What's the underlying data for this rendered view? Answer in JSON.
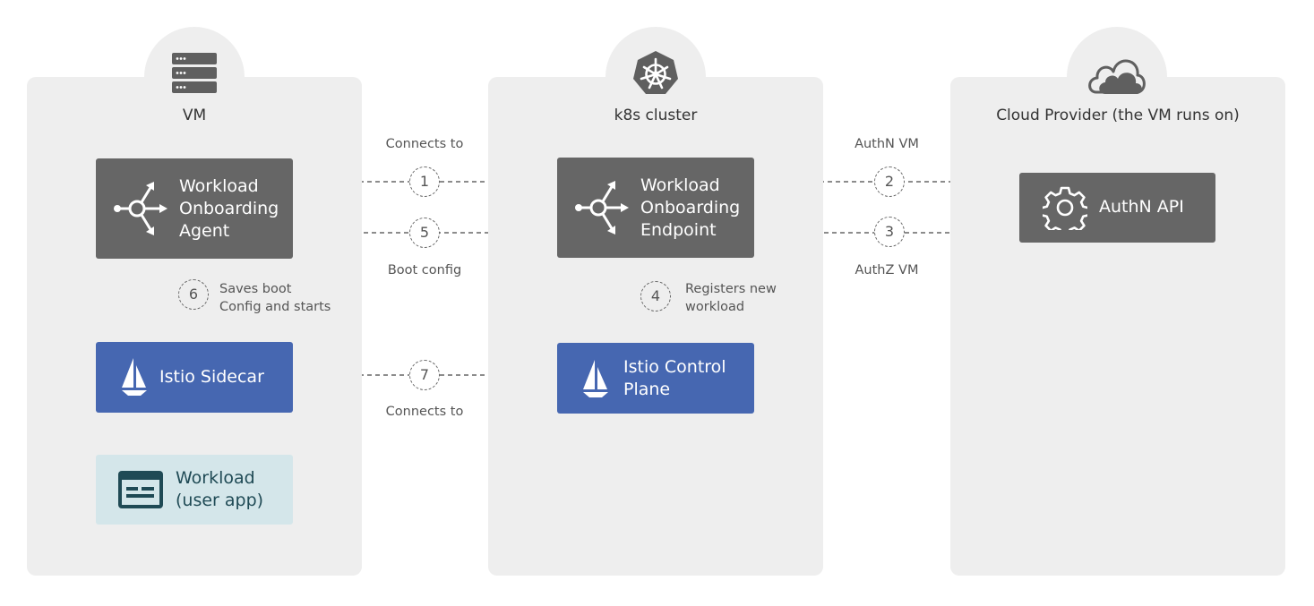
{
  "panels": {
    "vm": {
      "title": "VM",
      "icon": "server-icon"
    },
    "k8s": {
      "title": "k8s cluster",
      "icon": "kubernetes-helm-icon"
    },
    "cloud": {
      "title": "Cloud Provider (the VM runs on)",
      "icon": "cloud-icon"
    }
  },
  "boxes": {
    "agent": {
      "label": "Workload\nOnboarding\nAgent",
      "icon": "workload-onboarding-icon"
    },
    "sidecar": {
      "label": "Istio Sidecar",
      "icon": "istio-sail-icon"
    },
    "workload": {
      "label": "Workload\n(user app)",
      "icon": "app-window-icon"
    },
    "endpoint": {
      "label": "Workload\nOnboarding\nEndpoint",
      "icon": "workload-onboarding-icon"
    },
    "control_plane": {
      "label": "Istio Control\nPlane",
      "icon": "istio-sail-icon"
    },
    "authn_api": {
      "label": "AuthN API",
      "icon": "gear-icon"
    }
  },
  "steps": {
    "s1": {
      "number": "1",
      "label": "Connects to"
    },
    "s2": {
      "number": "2",
      "label": "AuthN VM"
    },
    "s3": {
      "number": "3",
      "label": "AuthZ VM"
    },
    "s4": {
      "number": "4",
      "label": "Registers new\nworkload"
    },
    "s5": {
      "number": "5",
      "label": "Boot config"
    },
    "s6": {
      "number": "6",
      "label": "Saves boot\nConfig and starts"
    },
    "s7": {
      "number": "7",
      "label": "Connects to"
    }
  },
  "colors": {
    "panel": "#eeeeee",
    "gray_box": "#666666",
    "blue_box": "#4667b1",
    "light_box": "#d4e6ea",
    "arrow": "#666666"
  }
}
